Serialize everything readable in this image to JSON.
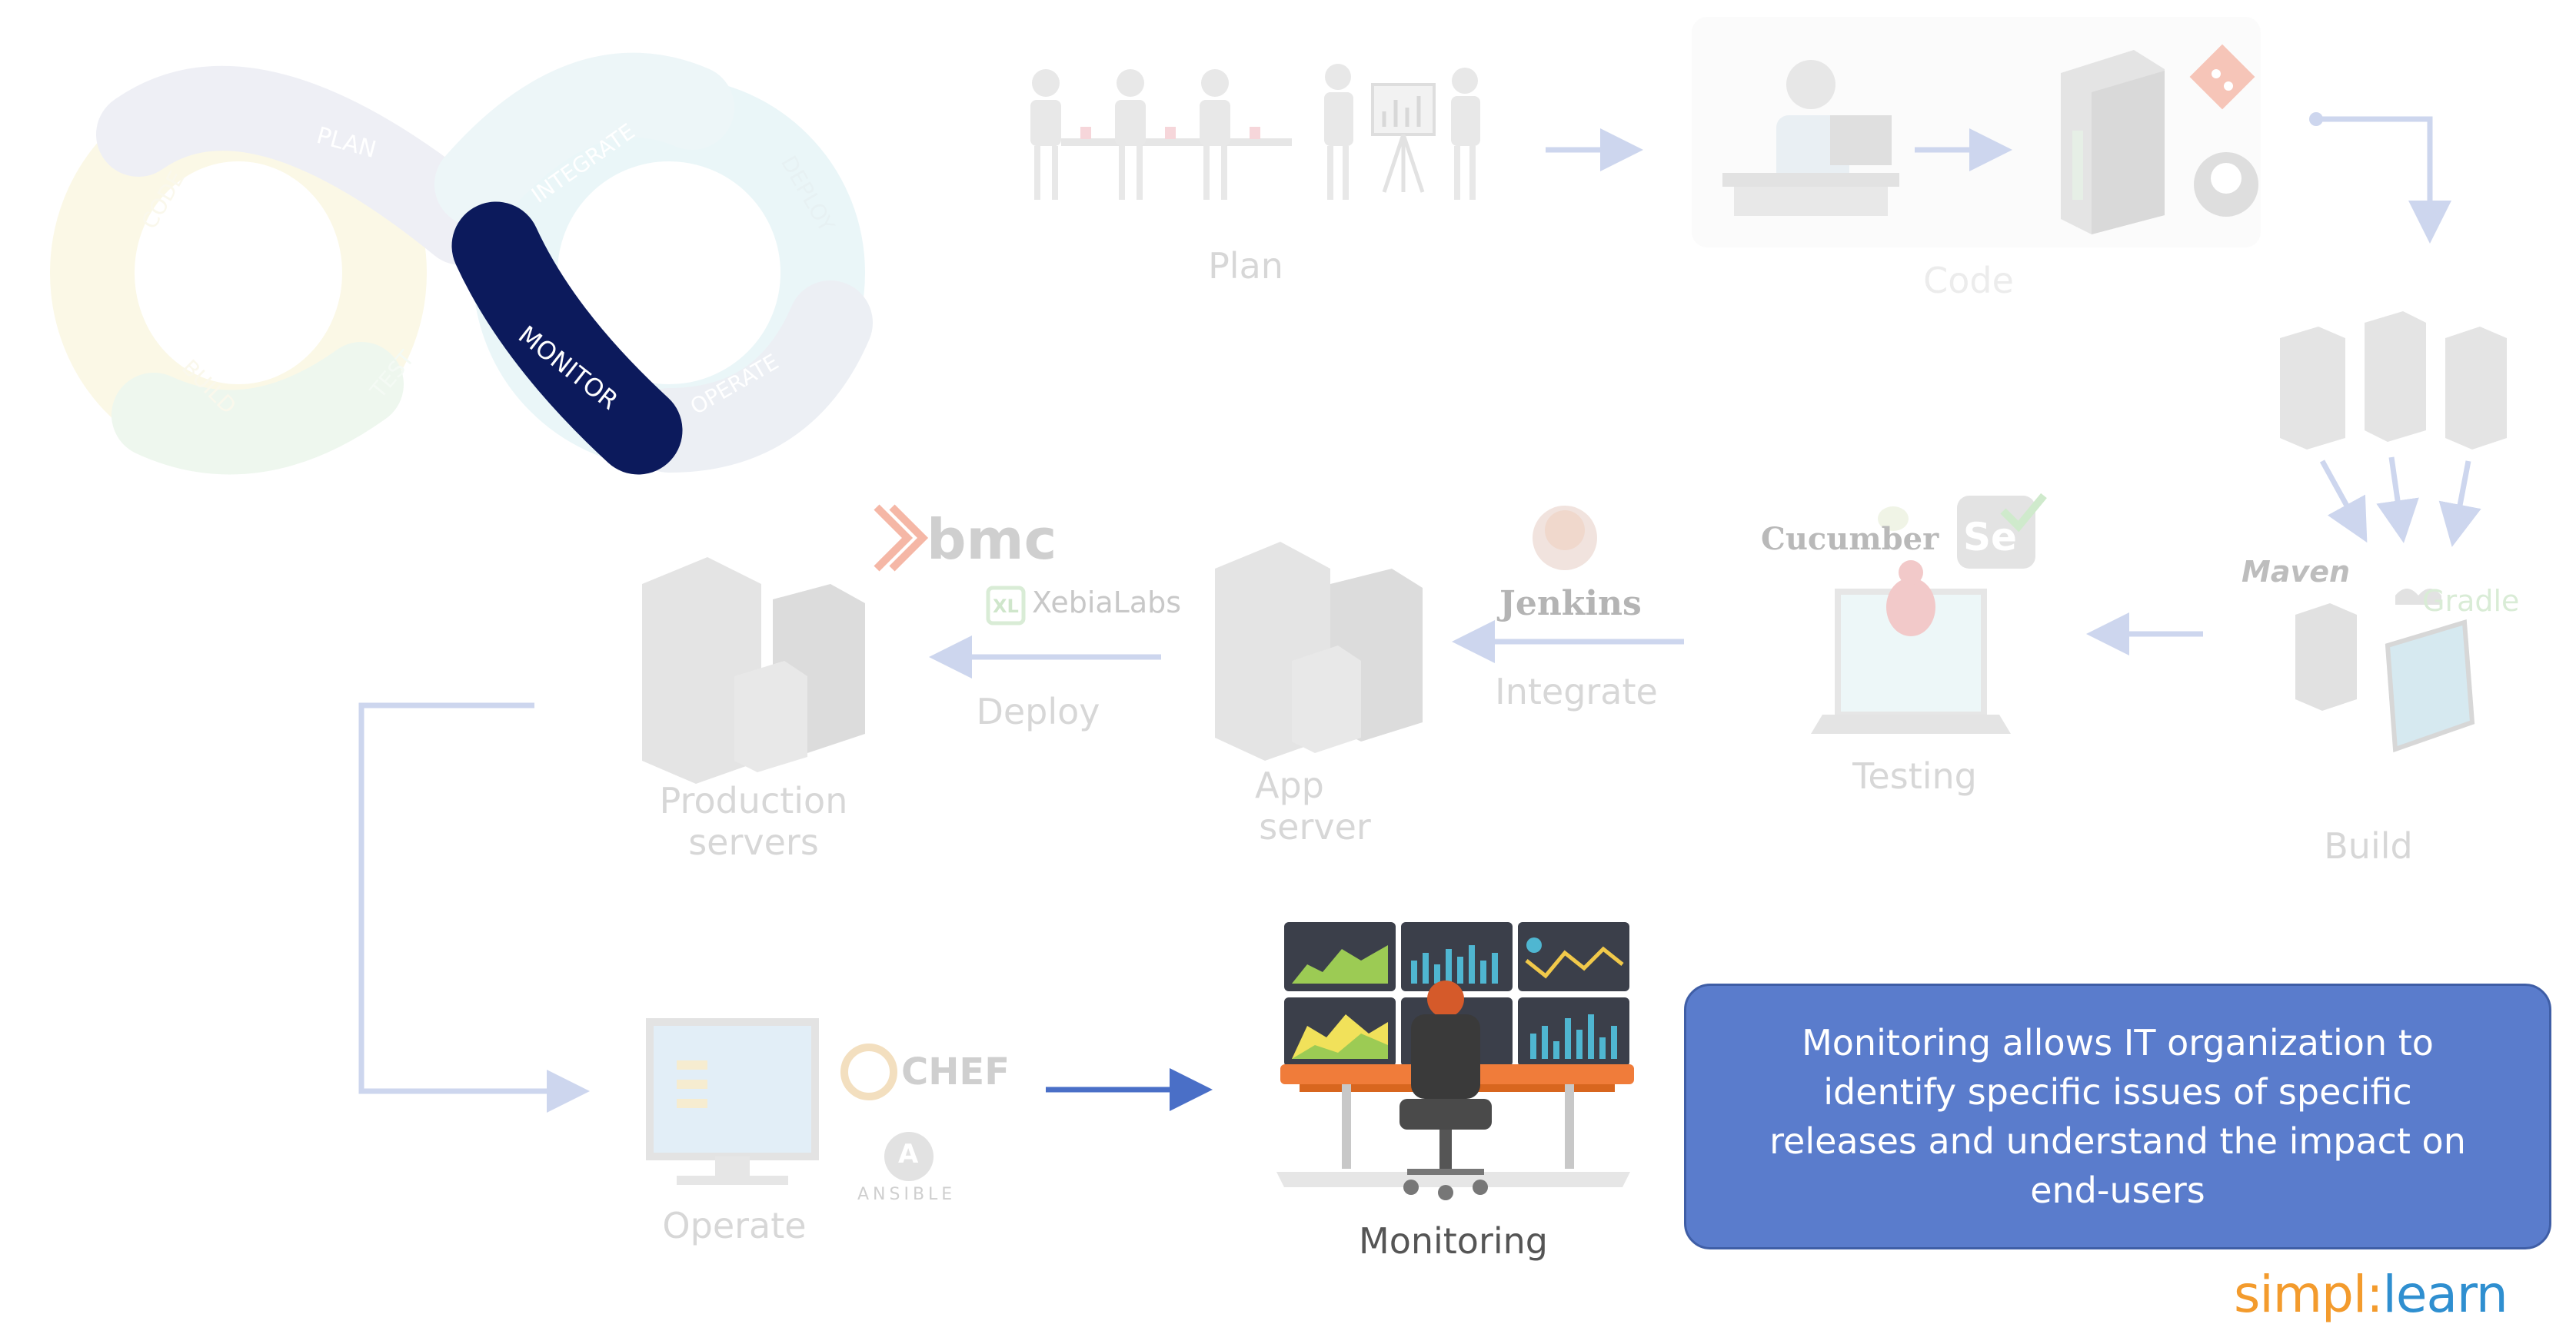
{
  "cycle": {
    "segments": [
      "PLAN",
      "INTEGRATE",
      "DEPLOY",
      "OPERATE",
      "MONITOR",
      "TEST",
      "BUILD",
      "CODE"
    ],
    "active": "MONITOR",
    "active_color": "#0c1a5c"
  },
  "stages": {
    "plan": "Plan",
    "code": "Code",
    "build": "Build",
    "testing": "Testing",
    "integrate": "Integrate",
    "app_server": [
      "App",
      "server"
    ],
    "deploy": "Deploy",
    "production": [
      "Production",
      "servers"
    ],
    "operate": "Operate",
    "monitoring": "Monitoring"
  },
  "tools": {
    "maven": "Maven",
    "gradle": "Gradle",
    "cucumber": "Cucumber",
    "selenium": "Se",
    "jenkins": "Jenkins",
    "bmc": "bmc",
    "xebialabs": "XebiaLabs",
    "xl": "XL",
    "chef": "CHEF",
    "ansible": "ANSIBLE",
    "ansible_mark": "A"
  },
  "callout": {
    "text": "Monitoring allows IT organization to identify specific issues of specific releases and understand the impact on end-users"
  },
  "brand": {
    "part1": "simpl",
    "part2": "learn"
  },
  "colors": {
    "faded_arrow": "#cdd6ee",
    "active_arrow": "#4a6fc7",
    "callout_bg": "#5a7ccc"
  }
}
